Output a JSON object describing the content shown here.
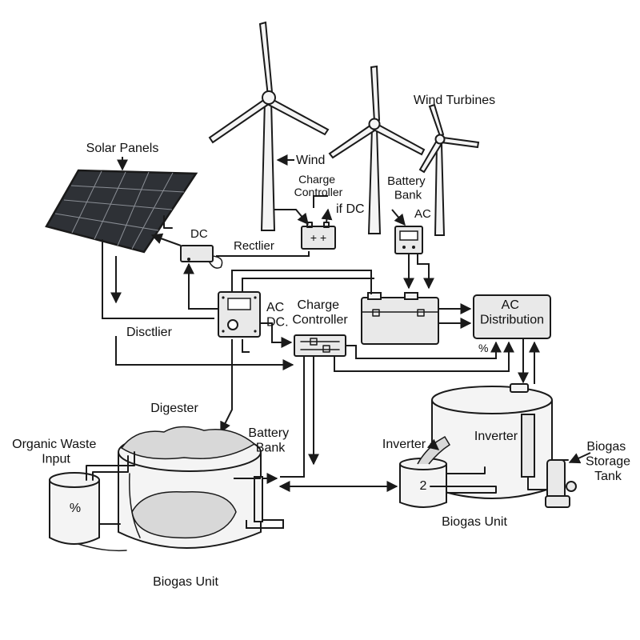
{
  "labels": {
    "solar_panels": "Solar Panels",
    "wind_turbines": "Wind Turbines",
    "wind": "Wind",
    "charge_controller_top": "Charge\nController",
    "if_dc": "if DC",
    "battery_bank_top": "Battery\nBank",
    "ac_top": "AC",
    "dc": "DC",
    "rectifier": "Rectlier",
    "ac_dc": "AC\nDC.",
    "charge_controller_mid": "Charge\nController",
    "ac_distribution": "AC\nDistribution",
    "distiller": "Disctlier",
    "percent_small": "%",
    "digester": "Digester",
    "battery_bank_bottom": "Battery\nBank",
    "organic_waste_input": "Organic Waste\nInput",
    "inverter_left": "Inverter",
    "inverter_right": "Inverter",
    "biogas_storage_tank": "Biogas\nStorage\nTank",
    "tank_number": "2",
    "waste_tank_percent": "%",
    "plus_minus": "+ +",
    "biogas_unit_right": "Biogas Unit",
    "biogas_unit_bottom": "Biogas Unit"
  },
  "colors": {
    "line": "#1a1a1a",
    "panel": "#3a3d42",
    "equipment": "#e9e9e9",
    "background": "#ffffff"
  }
}
